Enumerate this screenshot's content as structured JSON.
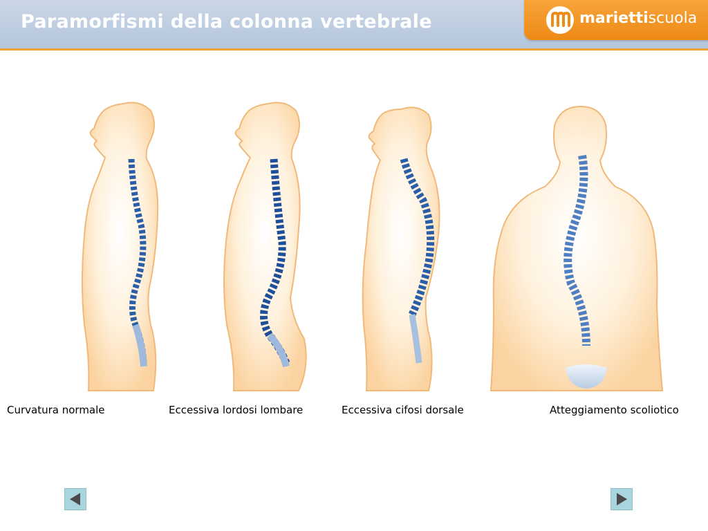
{
  "header": {
    "title": "Paramorfismi della colonna vertebrale",
    "brand_bold": "marietti",
    "brand_light": "scuola"
  },
  "figures": [
    {
      "caption": "Curvatura normale",
      "icon": "spine-normal-side-view"
    },
    {
      "caption": "Eccessiva lordosi lombare",
      "icon": "spine-lordosis-side-view"
    },
    {
      "caption": "Eccessiva cifosi dorsale",
      "icon": "spine-kyphosis-side-view"
    },
    {
      "caption": "Atteggiamento scoliotico",
      "icon": "spine-scoliosis-back-view"
    }
  ],
  "nav": {
    "prev_icon": "triangle-left-icon",
    "next_icon": "triangle-right-icon"
  },
  "colors": {
    "header_bg": "#b4c6dc",
    "accent_orange": "#f0a13a",
    "skin": "#fbd9ab",
    "vertebra_blue": "#2a5fa8",
    "nav_button": "#a9d5de"
  }
}
